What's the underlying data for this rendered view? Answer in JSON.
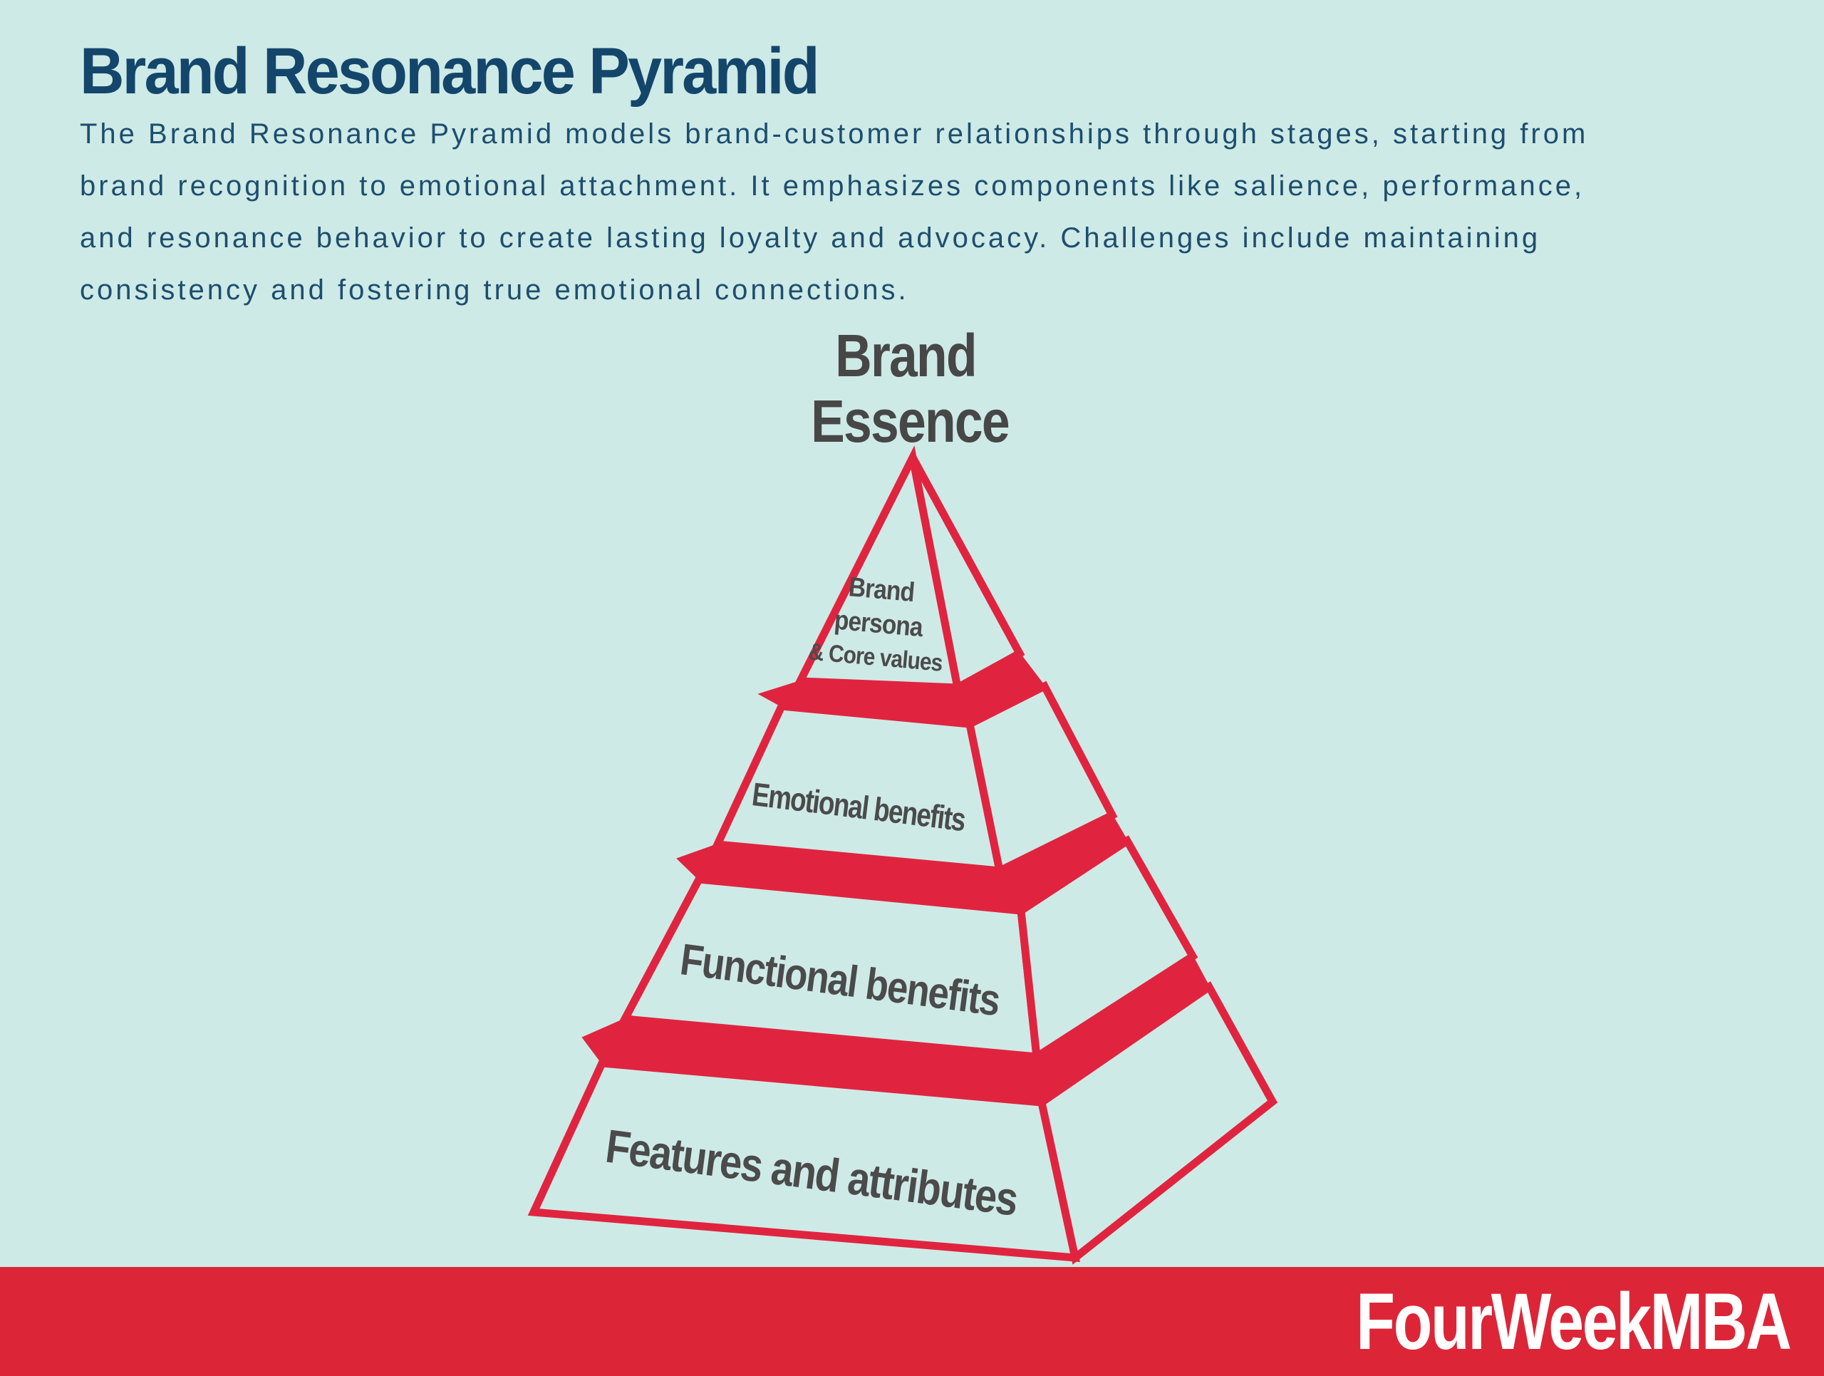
{
  "colors": {
    "mint": "#ceeae6",
    "red": "#e02440",
    "footer_red": "#dc2638",
    "navy_title": "#14466b",
    "navy_body": "#1d4e6f",
    "gray_label": "#4b4b4b",
    "gray_heading": "#474747",
    "white": "#ffffff"
  },
  "header": {
    "title": "Brand Resonance Pyramid",
    "description": "The Brand Resonance Pyramid models brand-customer relationships through stages, starting from\nbrand recognition to emotional attachment. It emphasizes components like salience, performance,\nand resonance behavior to create lasting loyalty and advocacy. Challenges include maintaining\nconsistency and fostering true emotional connections."
  },
  "pyramid": {
    "heading": {
      "line1": "Brand",
      "line2": "Essence"
    },
    "levels": [
      {
        "id": "brand-persona-core-values",
        "lines": [
          "Brand",
          "persona",
          "& Core values"
        ]
      },
      {
        "id": "emotional-benefits",
        "label": "Emotional benefits"
      },
      {
        "id": "functional-benefits",
        "label": "Functional benefits"
      },
      {
        "id": "features-and-attributes",
        "label": "Features and attributes"
      }
    ]
  },
  "footer": {
    "brand": "FourWeekMBA"
  }
}
